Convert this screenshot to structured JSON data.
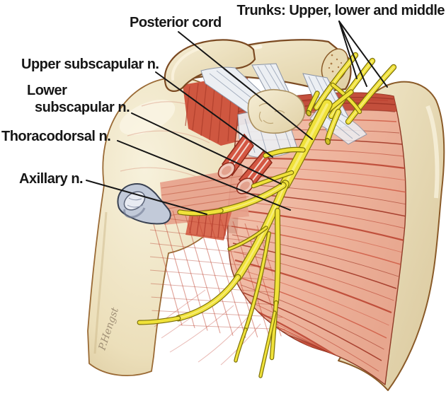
{
  "figure": {
    "type": "anatomical-illustration",
    "subject": "Posterior cord of the brachial plexus and its branches at the shoulder (subscapularis view)"
  },
  "labels": {
    "trunks": "Trunks: Upper, lower and middle",
    "posterior_cord": "Posterior cord",
    "upper_subscapular": "Upper subscapular n.",
    "lower_subscapular": {
      "line1": "Lower",
      "line2": "subscapular n."
    },
    "thoracodorsal": "Thoracodorsal n.",
    "axillary": "Axillary n."
  },
  "signature": "P.Hengst",
  "colors": {
    "background": "#ffffff",
    "nerve": "#f0e23a",
    "nerve_edge": "#7c7008",
    "nerve_hl": "#f9f294",
    "bone_fill": "#eee3c2",
    "bone_outline": "#7b4a22",
    "muscle_pink": "#f0bca7",
    "muscle_red": "#c0392b",
    "muscle_dark": "#8e2a1c",
    "ligament": "#eceff3",
    "ligament_line": "#9aa4b6",
    "vessel_fill": "#c2cad9",
    "vessel_outline": "#3a4252",
    "leader": "#151515",
    "label_text": "#171717"
  }
}
